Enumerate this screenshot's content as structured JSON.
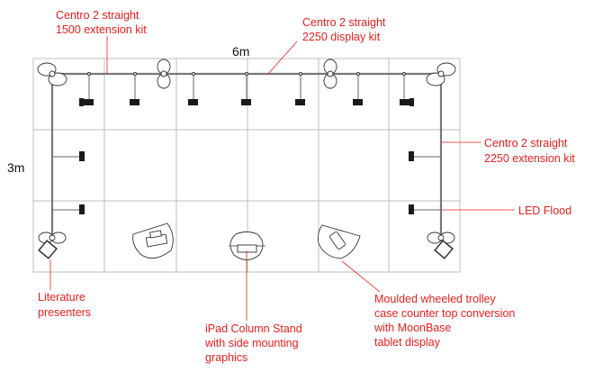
{
  "dimensions": {
    "width": "6m",
    "depth": "3m"
  },
  "labels": {
    "extension_1500": [
      "Centro 2 straight",
      "1500 extension kit"
    ],
    "display_2250": [
      "Centro 2 straight",
      "2250 display kit"
    ],
    "extension_2250": [
      "Centro 2 straight",
      "2250 extension kit"
    ],
    "led_flood": "LED Flood",
    "literature": [
      "Literature",
      "presenters"
    ],
    "ipad_stand": [
      "iPad Column Stand",
      "with side mounting",
      "graphics"
    ],
    "trolley": [
      "Moulded wheeled trolley",
      "case counter top conversion",
      "with MoonBase",
      "tablet display"
    ]
  },
  "colors": {
    "annotation": "#e8201e",
    "grid": "#bdbdbd",
    "truss": "#777777"
  }
}
